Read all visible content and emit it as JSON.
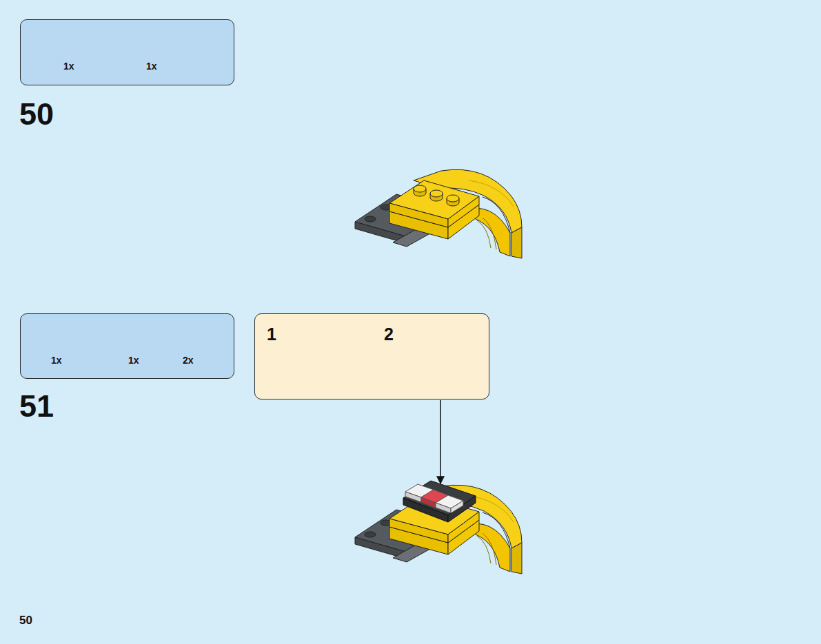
{
  "diagram": {
    "nodes": [
      {
        "text": [
          "1x",
          "1x"
        ]
      },
      {
        "text": [
          "1x",
          "1x",
          "2x"
        ]
      },
      {
        "text": [
          "1",
          "2"
        ]
      }
    ],
    "labels": [
      "50",
      "51",
      "50"
    ]
  }
}
